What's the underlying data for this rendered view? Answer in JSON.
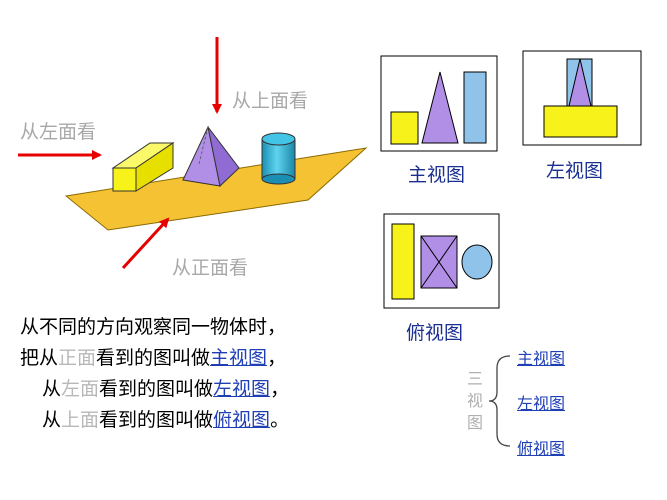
{
  "directions": {
    "top": "从上面看",
    "left": "从左面看",
    "front": "从正面看"
  },
  "views": {
    "front": "主视图",
    "left": "左视图",
    "top": "俯视图"
  },
  "explanation": {
    "line1": "从不同的方向观察同一物体时，",
    "line2_pre": "把从",
    "line2_dir": "正面",
    "line2_mid": "看到的图叫做",
    "line2_link": "主视图",
    "line2_end": "，",
    "line3_pre": "从",
    "line3_dir": "左面",
    "line3_mid": "看到的图叫做",
    "line3_link": "左视图",
    "line3_end": "，",
    "line4_pre": "从",
    "line4_dir": "上面",
    "line4_mid": "看到的图叫做",
    "line4_link": "俯视图",
    "line4_end": "。"
  },
  "summary": {
    "group_label": "三视图",
    "items": [
      "主视图",
      "左视图",
      "俯视图"
    ]
  },
  "colors": {
    "board": "#f5c233",
    "cuboid": "#f7f31a",
    "pyramid": "#b28fe6",
    "cylinder": "#2fb9d9",
    "arrow": "#e60000",
    "rect_blue": "#8fc3ea"
  }
}
